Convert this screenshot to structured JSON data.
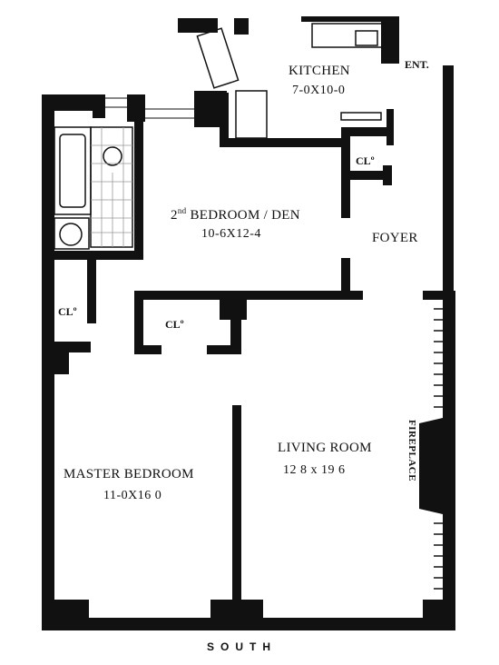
{
  "rooms": {
    "kitchen": {
      "name": "KITCHEN",
      "dims": "7-0X10-0"
    },
    "second_bedroom": {
      "name_pre": "2",
      "name_sup": "nd",
      "name_post": " BEDROOM / DEN",
      "dims": "10-6X12-4"
    },
    "foyer": {
      "name": "FOYER"
    },
    "living_room": {
      "name": "LIVING ROOM",
      "dims": "12 8 x 19 6"
    },
    "master_bedroom": {
      "name": "MASTER BEDROOM",
      "dims": "11-0X16 0"
    }
  },
  "closets": {
    "kitchen_closet": "CLº",
    "master_closet": "CLº",
    "hall_closet": "CLº"
  },
  "entrance": "ENT.",
  "fireplace": "FIREPLACE",
  "orientation": "SOUTH",
  "colors": {
    "wall": "#111111",
    "background": "#ffffff"
  }
}
